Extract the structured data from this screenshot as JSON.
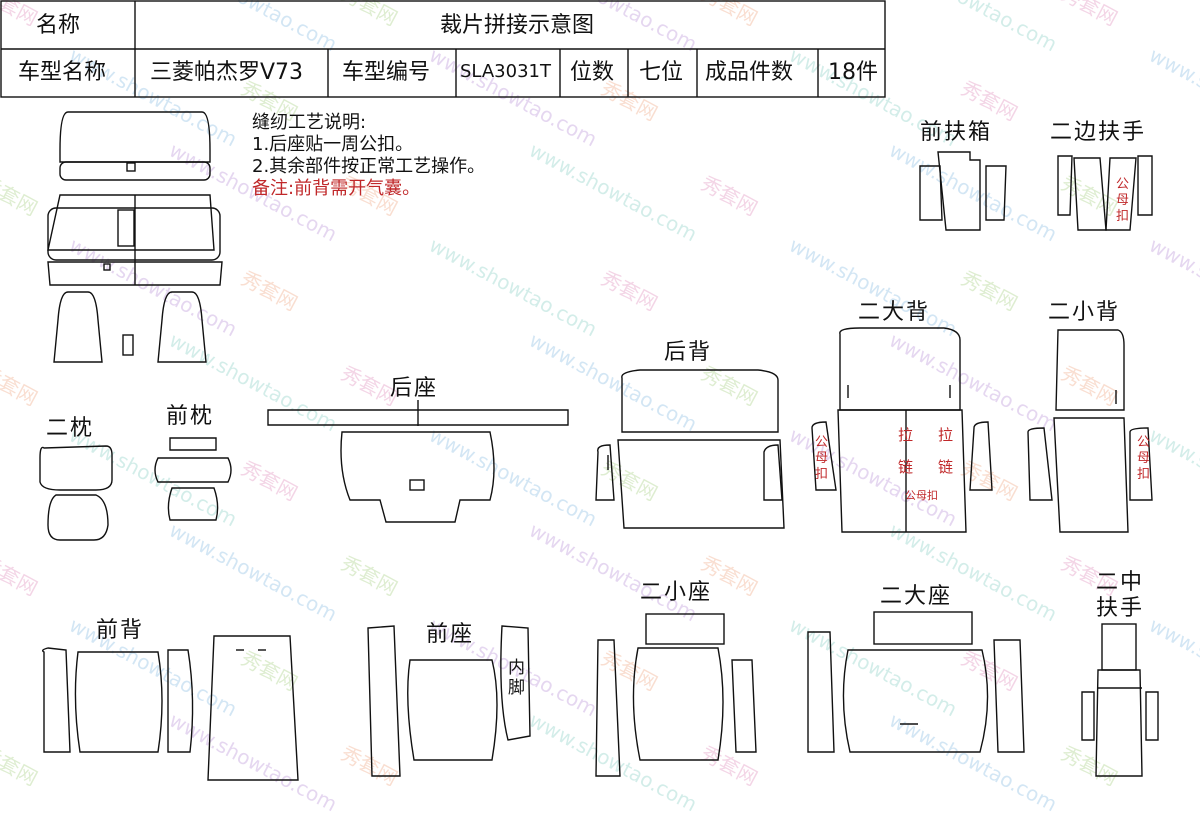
{
  "header": {
    "name_label": "名称",
    "diagram_title": "裁片拼接示意图",
    "model_name_label": "车型名称",
    "model_name": "三菱帕杰罗V73",
    "model_code_label": "车型编号",
    "model_code": "SLA3031T",
    "seats_label": "位数",
    "seats": "七位",
    "pieces_label": "成品件数",
    "pieces": "18件"
  },
  "notes": {
    "title": "缝纫工艺说明:",
    "line1": "1.后座贴一周公扣。",
    "line2": "2.其余部件按正常工艺操作。",
    "remark": "备注:前背需开气囊。"
  },
  "parts": {
    "front_armrest_box": "前扶箱",
    "side_armrest": "二边扶手",
    "second_large_back": "二大背",
    "second_small_back": "二小背",
    "rear_back": "后背",
    "rear_seat": "后座",
    "second_headrest": "二枕",
    "front_headrest": "前枕",
    "second_small_seat": "二小座",
    "second_large_seat": "二大座",
    "second_center_armrest_1": "二中",
    "second_center_armrest_2": "扶手",
    "front_back": "前背",
    "front_seat": "前座",
    "inner_leg_1": "内",
    "inner_leg_2": "脚"
  },
  "annotations": {
    "zipper_pull": "拉",
    "zipper_chain": "链",
    "male_female_snap": "公母扣",
    "snap_male": "公",
    "snap_female": "母",
    "snap_buckle": "扣"
  },
  "watermarks": {
    "site": "www.showtao.com",
    "brand": "秀套网"
  },
  "colors": {
    "line": "#111111",
    "annotation_red": "#c0282a"
  }
}
